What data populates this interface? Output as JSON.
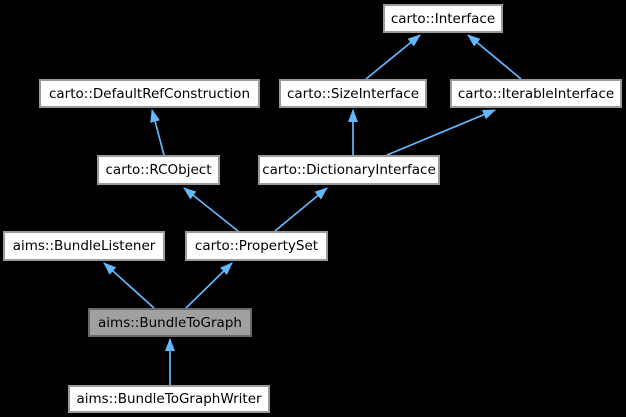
{
  "diagram": {
    "type": "class-inheritance-graph",
    "colors": {
      "background": "#000000",
      "arrow": "#63b8ff",
      "node_fill": "#ffffff",
      "node_border": "#9a9a9a",
      "current_node_fill": "#a0a0a0",
      "current_node_border": "#6a6a6a",
      "node_text": "#000000"
    },
    "nodes": {
      "interface": {
        "label": "carto::Interface",
        "current": false
      },
      "default_ref_construction": {
        "label": "carto::DefaultRefConstruction",
        "current": false
      },
      "size_interface": {
        "label": "carto::SizeInterface",
        "current": false
      },
      "iterable_interface": {
        "label": "carto::IterableInterface",
        "current": false
      },
      "rc_object": {
        "label": "carto::RCObject",
        "current": false
      },
      "dictionary_interface": {
        "label": "carto::DictionaryInterface",
        "current": false
      },
      "bundle_listener": {
        "label": "aims::BundleListener",
        "current": false
      },
      "property_set": {
        "label": "carto::PropertySet",
        "current": false
      },
      "bundle_to_graph": {
        "label": "aims::BundleToGraph",
        "current": true
      },
      "bundle_to_graph_writer": {
        "label": "aims::BundleToGraphWriter",
        "current": false
      }
    },
    "edges": [
      {
        "from": "carto::SizeInterface",
        "to": "carto::Interface"
      },
      {
        "from": "carto::IterableInterface",
        "to": "carto::Interface"
      },
      {
        "from": "carto::RCObject",
        "to": "carto::DefaultRefConstruction"
      },
      {
        "from": "carto::DictionaryInterface",
        "to": "carto::SizeInterface"
      },
      {
        "from": "carto::DictionaryInterface",
        "to": "carto::IterableInterface"
      },
      {
        "from": "carto::PropertySet",
        "to": "carto::RCObject"
      },
      {
        "from": "carto::PropertySet",
        "to": "carto::DictionaryInterface"
      },
      {
        "from": "aims::BundleToGraph",
        "to": "aims::BundleListener"
      },
      {
        "from": "aims::BundleToGraph",
        "to": "carto::PropertySet"
      },
      {
        "from": "aims::BundleToGraphWriter",
        "to": "aims::BundleToGraph"
      }
    ]
  }
}
